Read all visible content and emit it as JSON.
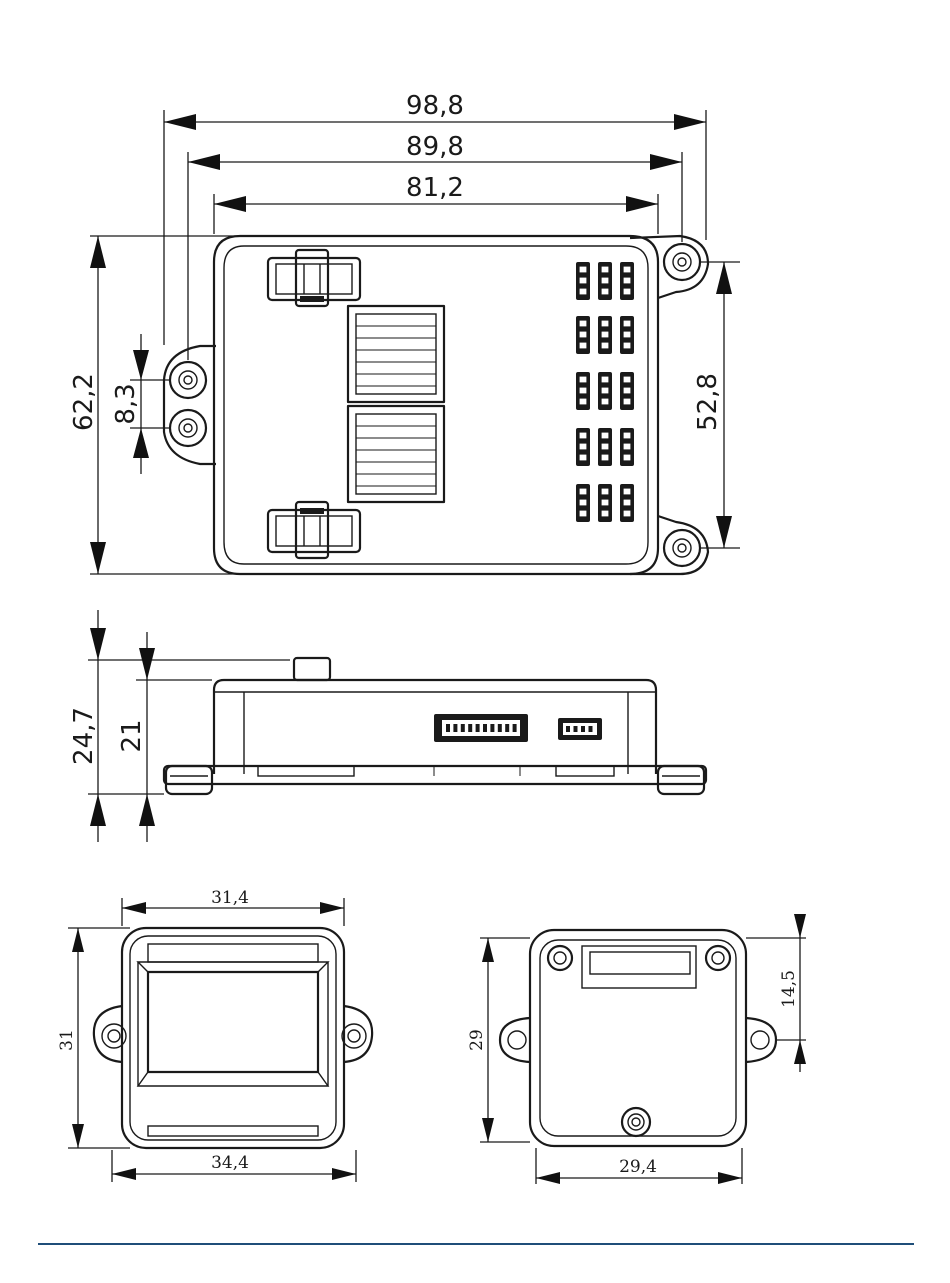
{
  "top_view": {
    "width_overall": "98,8",
    "width_holes": "89,8",
    "width_body": "81,2",
    "height_overall": "62,2",
    "hole_spacing_left": "8,3",
    "hole_spacing_right": "52,8"
  },
  "side_view": {
    "height_overall": "24,7",
    "height_body": "21"
  },
  "end_view_left": {
    "width_top": "31,4",
    "width_bottom": "34,4",
    "height": "31"
  },
  "end_view_right": {
    "height": "29",
    "offset": "14,5",
    "width": "29,4"
  },
  "colors": {
    "line": "#1a1a1a",
    "footer_rule": "#1f4e79"
  }
}
